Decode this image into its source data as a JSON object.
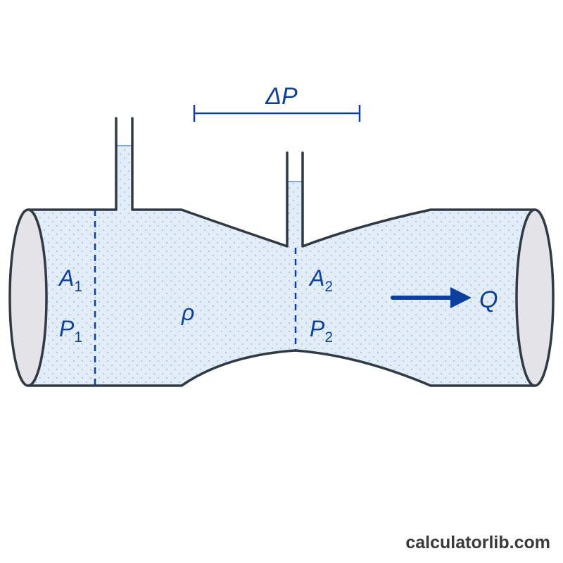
{
  "diagram": {
    "delta_p": "ΔP",
    "section1": {
      "area": "A",
      "area_sub": "1",
      "pressure": "P",
      "pressure_sub": "1"
    },
    "section2": {
      "area": "A",
      "area_sub": "2",
      "pressure": "P",
      "pressure_sub": "2"
    },
    "density": "ρ",
    "flow": "Q"
  },
  "credit": "calculatorlib.com",
  "colors": {
    "outline": "#2f3a45",
    "fluid": "#e3edf8",
    "label": "#0d3f9e",
    "cap": "#e4e4e8"
  }
}
